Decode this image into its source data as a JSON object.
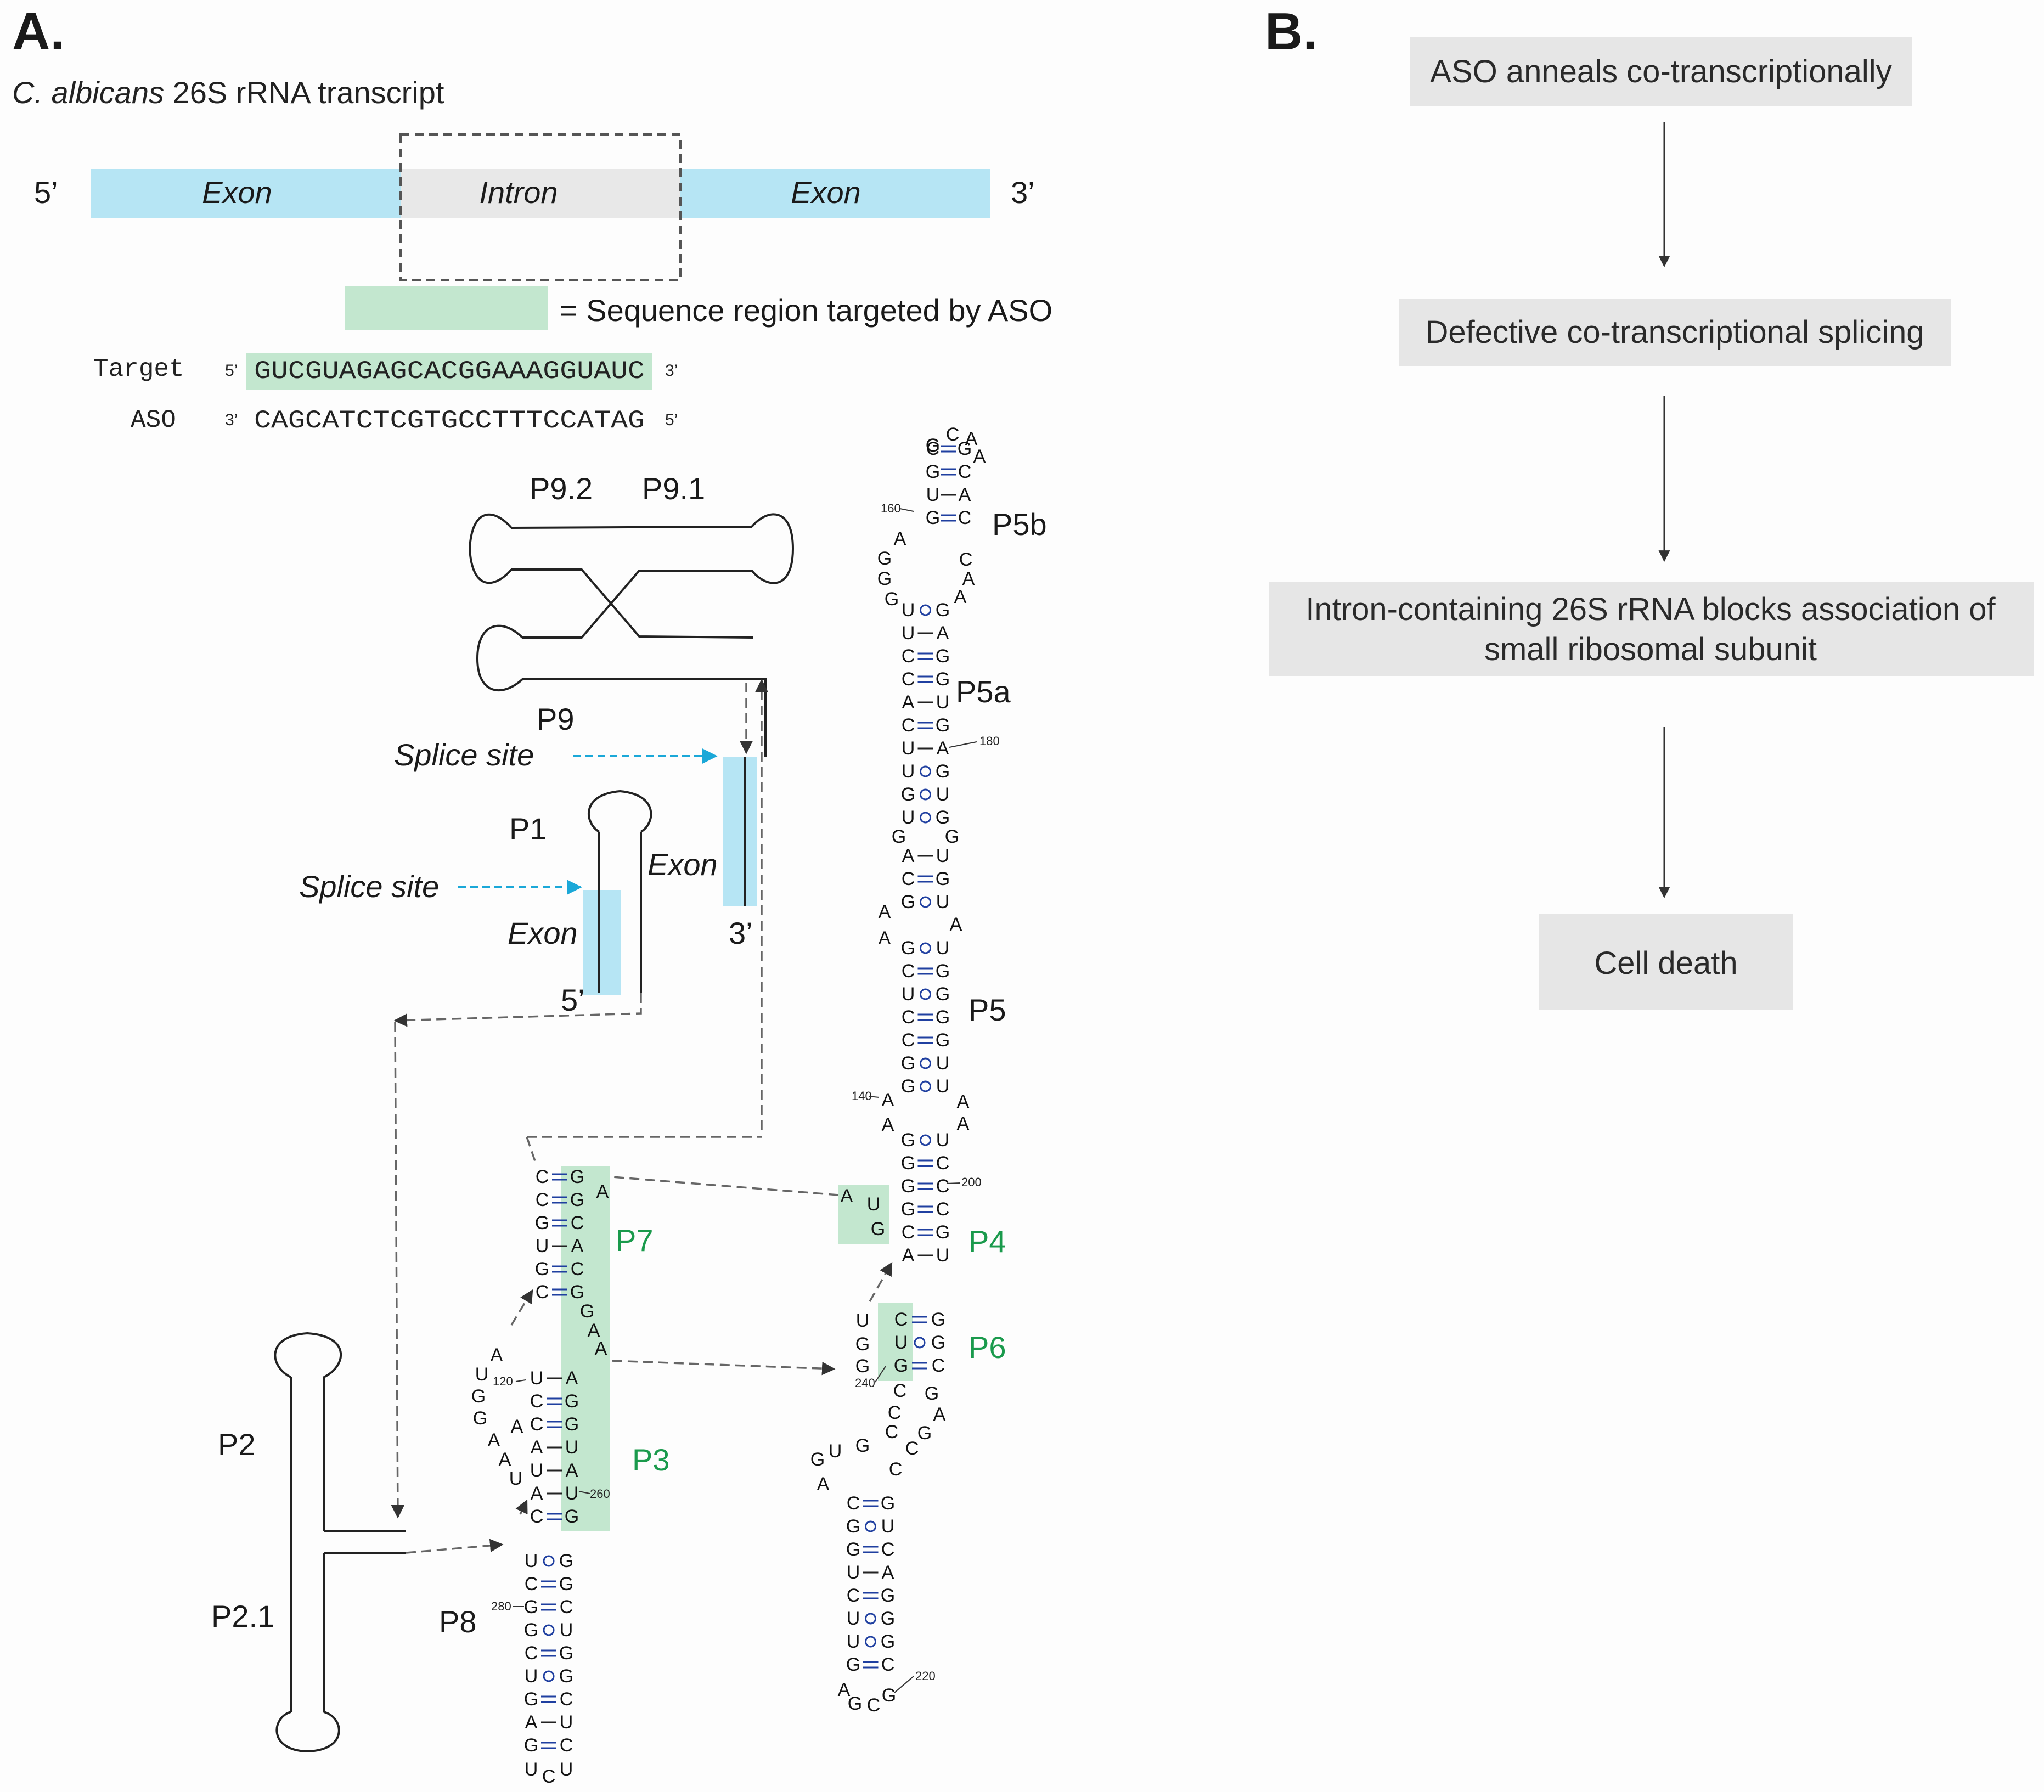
{
  "panel_a": {
    "label": "A.",
    "title_species": "C. albicans",
    "title_rest": " 26S rRNA transcript",
    "transcript": {
      "five_prime": "5’",
      "three_prime": "3’",
      "exon_left": "Exon",
      "intron": "Intron",
      "exon_right": "Exon"
    },
    "legend_text": "= Sequence region targeted by ASO",
    "target_label": "Target",
    "target_5": "5’",
    "target_seq": "GUCGUAGAGCACGGAAAGGUAUC",
    "target_3": "3’",
    "aso_label": "ASO",
    "aso_3": "3’",
    "aso_seq": "CAGCATCTCGTGCCTTTCCATAG",
    "aso_5": "5’",
    "structure": {
      "p92": "P9.2",
      "p91": "P9.1",
      "p9": "P9",
      "p1": "P1",
      "p2": "P2",
      "p21": "P2.1",
      "p8": "P8",
      "p7": "P7",
      "p3": "P3",
      "p4": "P4",
      "p6": "P6",
      "p5": "P5",
      "p5a": "P5a",
      "p5b": "P5b",
      "splice_site": "Splice site",
      "exon": "Exon",
      "five_prime": "5’",
      "three_prime": "3’",
      "n160": "160",
      "n180": "180",
      "n140": "140",
      "n200": "200",
      "n120": "120",
      "n260": "260",
      "n240": "240",
      "n280": "280",
      "n220": "220"
    }
  },
  "panel_b": {
    "label": "B.",
    "steps": [
      "ASO anneals co-transcriptionally",
      "Defective co-transcriptional splicing",
      "Intron-containing 26S rRNA blocks association of",
      "small ribosomal subunit",
      "Cell death"
    ]
  },
  "colors": {
    "exon": "#b6e5f4",
    "intron": "#e8e8e8",
    "aso_target": "#c3e7cf",
    "pairing": "#1f3fa0",
    "helix_label": "#1a9a4c",
    "flow_box": "#e6e6e6"
  }
}
